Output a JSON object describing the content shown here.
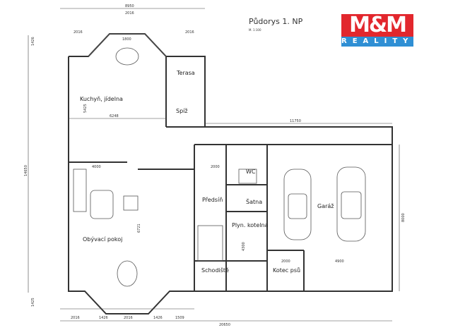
{
  "title": "Půdorys 1. NP",
  "scale": "M. 1:100",
  "logo": {
    "top": "M&M",
    "bottom": "REALITY",
    "colors": {
      "red": "#e2272d",
      "blue": "#2f8fd4"
    }
  },
  "rooms": {
    "kitchen": "Kuchyň, jídelna",
    "terrace": "Terasa",
    "pantry": "Spíž",
    "living": "Obývací pokoj",
    "hall": "Předsíň",
    "wc": "WC",
    "wardrobe": "Šatna",
    "boiler": "Plyn. kotelna",
    "stairs": "Schodiště",
    "kennel": "Kotec psů",
    "garage": "Garáž"
  },
  "dimensions": {
    "top_total": "8950",
    "top_bay": "2016",
    "top_window": "1800",
    "top_left": "2016",
    "top_right": "2016",
    "total_width": "20650",
    "total_depth": "14650",
    "bay_top": "1426",
    "bay_bottom": "1425",
    "garage_width": "11750",
    "garage_depth": "8000",
    "kitchen_width": "6248",
    "kitchen_depth": "5425",
    "living_width": "4000",
    "living_depth": "6721",
    "hall_width": "2000",
    "boiler_depth": "4300",
    "kennel_width": "2000",
    "garage_inner": "4900",
    "bottom_1": "2016",
    "bottom_2": "1426",
    "bottom_3": "2016",
    "bottom_4": "1426",
    "bottom_5": "1509"
  }
}
